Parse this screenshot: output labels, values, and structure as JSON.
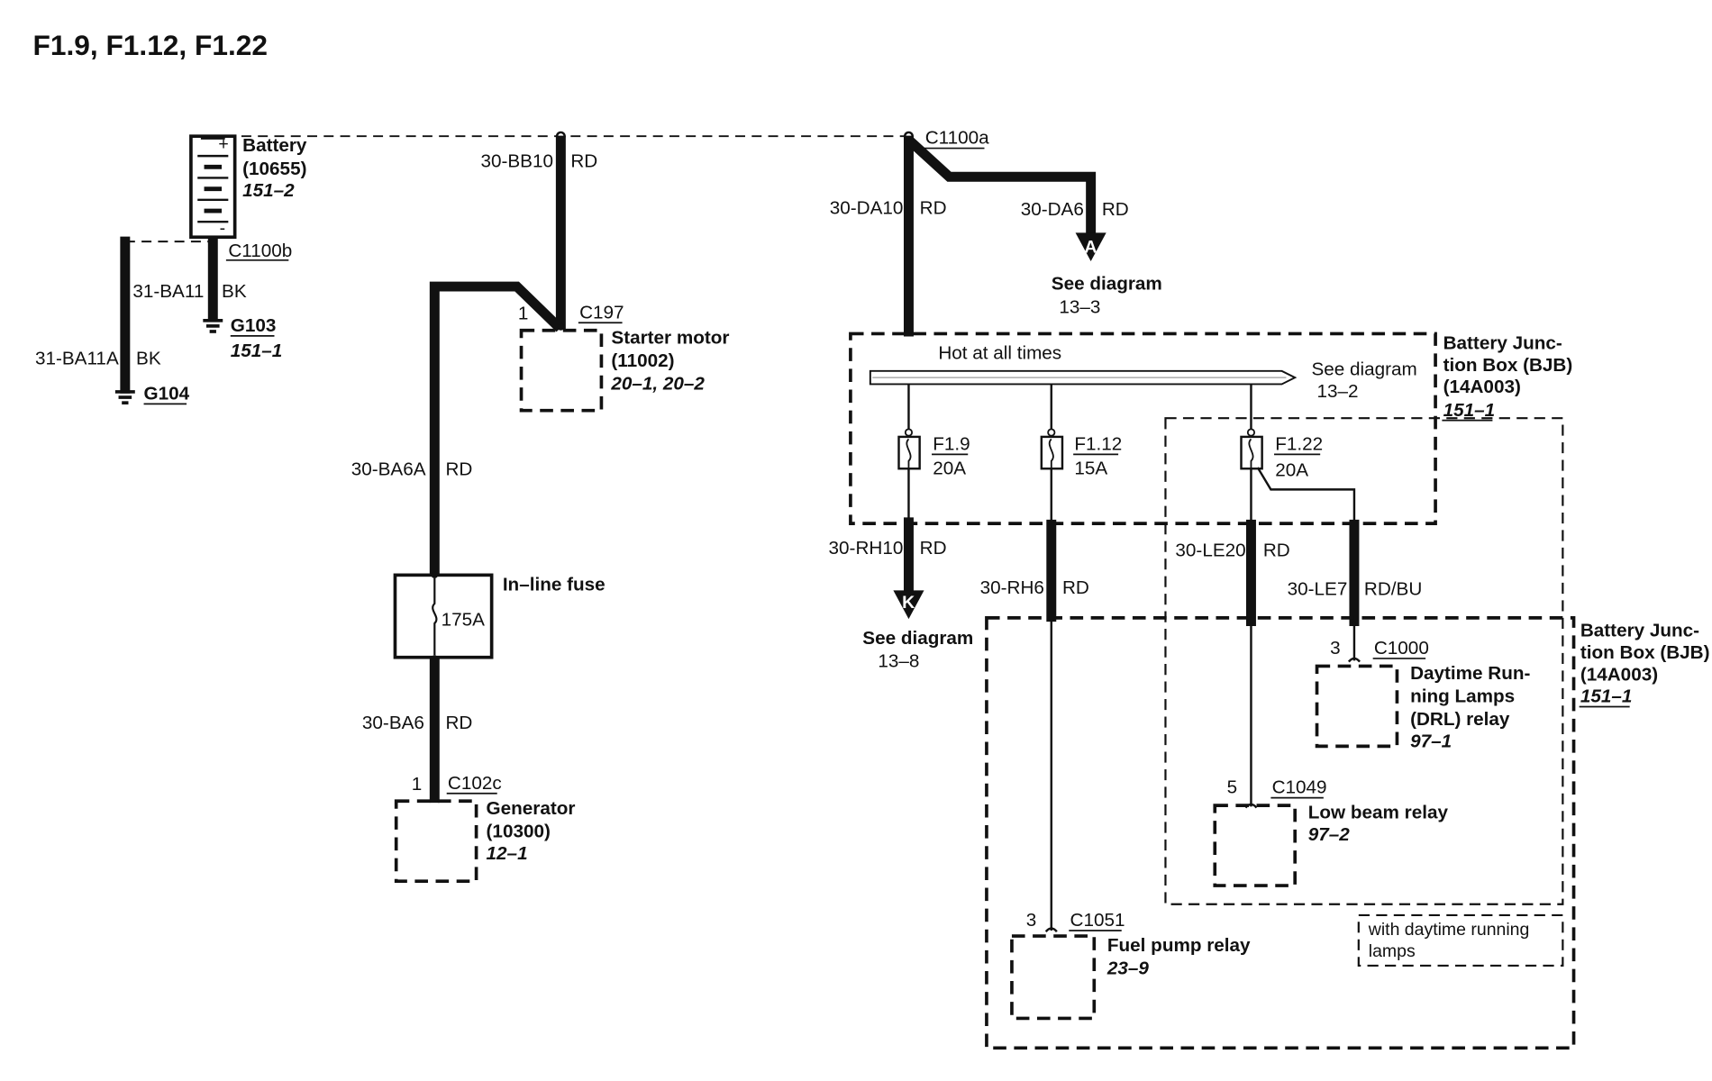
{
  "title": "F1.9, F1.12, F1.22",
  "battery": {
    "name": "Battery",
    "part": "(10655)",
    "ref": "151–2",
    "connector": "C1100b"
  },
  "ground_g103": {
    "wire": "31-BA11",
    "color": "BK",
    "name": "G103",
    "ref": "151–1"
  },
  "ground_g104": {
    "wire": "31-BA11A",
    "color": "BK",
    "name": "G104"
  },
  "starter": {
    "wire": "30-BB10",
    "wire_color": "RD",
    "pin": "1",
    "connector": "C197",
    "name": "Starter motor",
    "part": "(11002)",
    "ref": "20–1, 20–2"
  },
  "inline_fuse": {
    "wire_a": "30-BA6A",
    "wire_a_color": "RD",
    "label": "In–line fuse",
    "rating": "175A",
    "wire_b": "30-BA6",
    "wire_b_color": "RD"
  },
  "generator": {
    "pin": "1",
    "connector": "C102c",
    "name": "Generator",
    "part": "(10300)",
    "ref": "12–1"
  },
  "c1100a": {
    "connector": "C1100a",
    "wire_main": "30-DA10",
    "wire_main_color": "RD",
    "wire_a": "30-DA6",
    "wire_a_color": "RD",
    "arrow_a": "A",
    "see_a": "See diagram",
    "see_a_ref": "13–3"
  },
  "bjb1": {
    "bus_label": "Hot at all times",
    "see": "See diagram",
    "see_ref": "13–2",
    "name_line1": "Battery Junc-",
    "name_line2": "tion Box (BJB)",
    "part": "(14A003)",
    "ref": "151–1"
  },
  "fuses": [
    {
      "name": "F1.9",
      "rating": "20A"
    },
    {
      "name": "F1.12",
      "rating": "15A"
    },
    {
      "name": "F1.22",
      "rating": "20A"
    }
  ],
  "out_k": {
    "wire": "30-RH10",
    "color": "RD",
    "arrow": "K",
    "see": "See diagram",
    "see_ref": "13–8"
  },
  "out_rh6": {
    "wire": "30-RH6",
    "color": "RD"
  },
  "out_le20": {
    "wire": "30-LE20",
    "color": "RD"
  },
  "out_le7": {
    "wire": "30-LE7",
    "color": "RD/BU"
  },
  "bjb2": {
    "name_line1": "Battery Junc-",
    "name_line2": "tion Box (BJB)",
    "part": "(14A003)",
    "ref": "151–1"
  },
  "drl": {
    "pin": "3",
    "connector": "C1000",
    "line1": "Daytime Run-",
    "line2": "ning Lamps",
    "line3": "(DRL) relay",
    "ref": "97–1"
  },
  "lowbeam": {
    "pin": "5",
    "connector": "C1049",
    "name": "Low beam relay",
    "ref": "97–2"
  },
  "fuelpump": {
    "pin": "3",
    "connector": "C1051",
    "name": "Fuel pump relay",
    "ref": "23–9"
  },
  "note": {
    "line1": "with daytime running",
    "line2": "lamps"
  }
}
